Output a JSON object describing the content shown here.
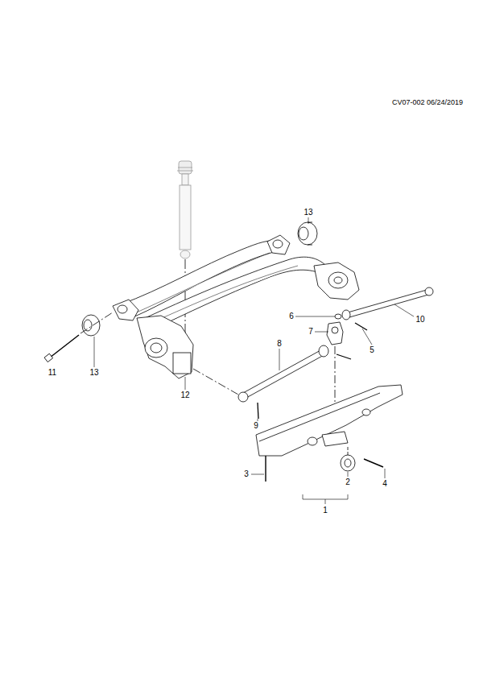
{
  "diagram": {
    "labels": [
      "CV07-002 06/24/2019",
      "13",
      "13",
      "11",
      "12",
      "6",
      "7",
      "10",
      "5",
      "8",
      "9",
      "3",
      "2",
      "4",
      "1"
    ]
  }
}
